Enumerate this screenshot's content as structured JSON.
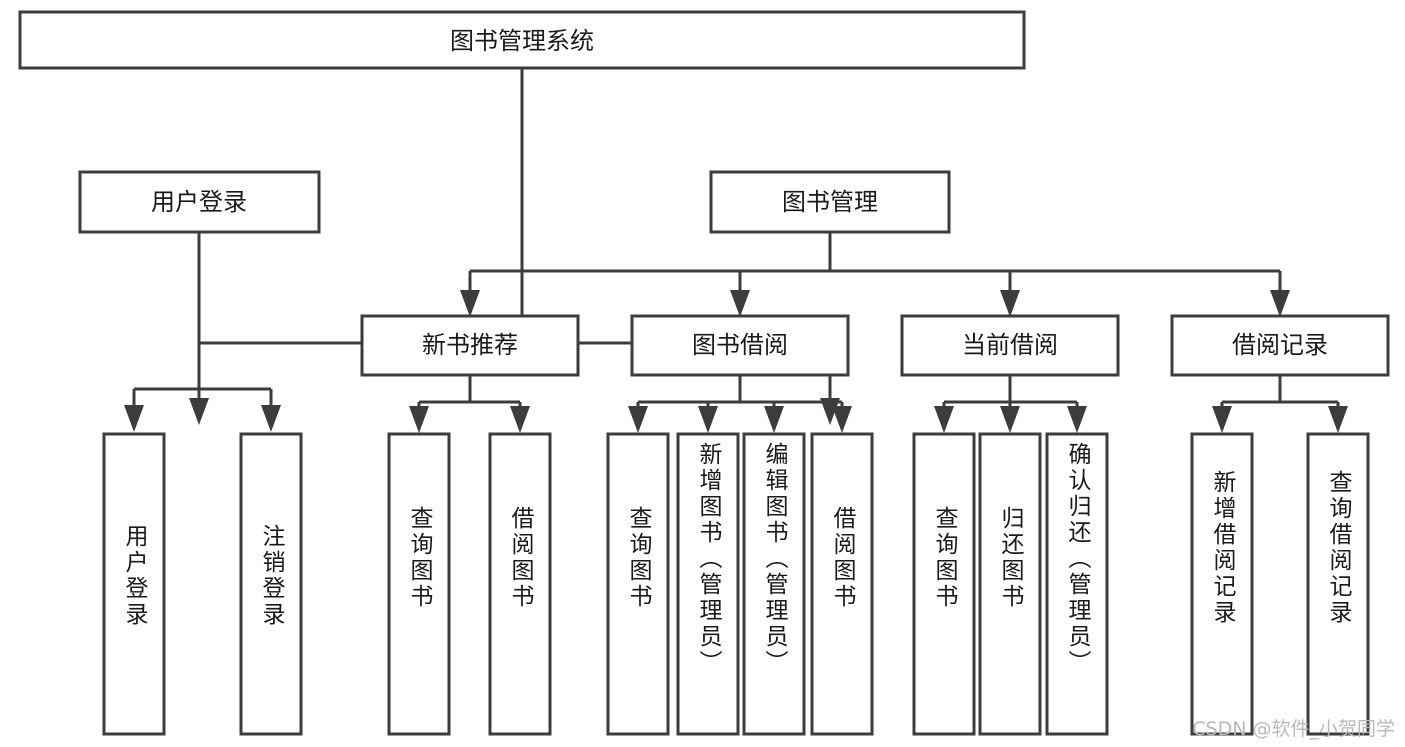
{
  "diagram": {
    "type": "tree",
    "title": "图书管理系统",
    "root": {
      "label": "图书管理系统"
    },
    "level1": [
      {
        "label": "用户登录"
      },
      {
        "label": "图书管理"
      }
    ],
    "level2": [
      {
        "label": "新书推荐"
      },
      {
        "label": "图书借阅"
      },
      {
        "label": "当前借阅"
      },
      {
        "label": "借阅记录"
      }
    ],
    "leaves": {
      "user_login": [
        {
          "label": "用户登录"
        },
        {
          "label": "注销登录"
        }
      ],
      "new_book_recommend": [
        {
          "label": "查询图书"
        },
        {
          "label": "借阅图书"
        }
      ],
      "book_borrow": [
        {
          "label": "查询图书"
        },
        {
          "label": "新增图书（管理员）"
        },
        {
          "label": "编辑图书（管理员）"
        },
        {
          "label": "借阅图书"
        }
      ],
      "current_borrow": [
        {
          "label": "查询图书"
        },
        {
          "label": "归还图书"
        },
        {
          "label": "确认归还（管理员）"
        }
      ],
      "borrow_record": [
        {
          "label": "新增借阅记录"
        },
        {
          "label": "查询借阅记录"
        }
      ]
    }
  },
  "watermark": {
    "text": "CSDN @软件_小贺同学"
  },
  "colors": {
    "stroke": "#3c3c3c",
    "box_fill": "#ffffff",
    "text": "#1a1a1a",
    "watermark": "#b9b9b9",
    "background": "#ffffff"
  }
}
